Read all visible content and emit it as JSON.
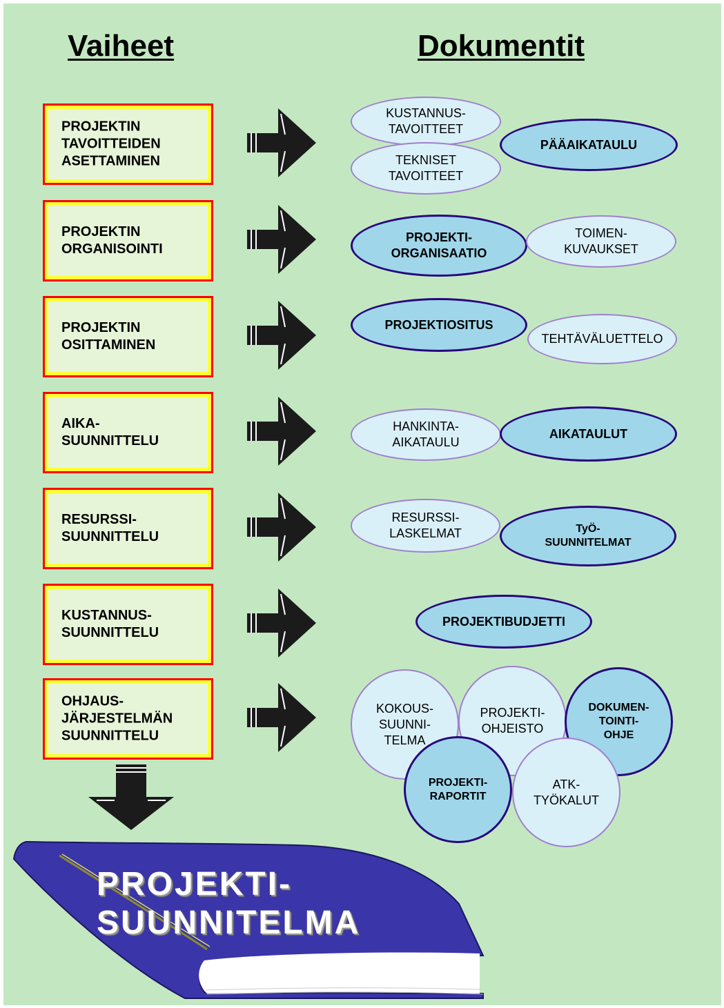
{
  "headings": {
    "phases": "Vaiheet",
    "documents": "Dokumentit"
  },
  "colors": {
    "background": "#c3e8c1",
    "phase_box_fill": "#e6f5d8",
    "phase_box_border": "#ff0000",
    "phase_box_inner_border": "#ffff33",
    "oval_light": "#daf0f8",
    "oval_dark": "#9fd6ea",
    "oval_light_border": "#9f80cf",
    "oval_dark_border": "#27077e",
    "book": "#3a35a8"
  },
  "phases": [
    {
      "label": "PROJEKTIN\nTAVOITTEIDEN\nASETTAMINEN"
    },
    {
      "label": "PROJEKTIN\nORGANISOINTI"
    },
    {
      "label": "PROJEKTIN\nOSITTAMINEN"
    },
    {
      "label": "AIKA-\nSUUNNITTELU"
    },
    {
      "label": "RESURSSI-\nSUUNNITTELU"
    },
    {
      "label": "KUSTANNUS-\nSUUNNITTELU"
    },
    {
      "label": "OHJAUS-\nJÄRJESTELMÄN\nSUUNNITTELU"
    }
  ],
  "documents": [
    [
      {
        "label": "KUSTANNUS-\nTAVOITTEET",
        "style": "light"
      },
      {
        "label": "TEKNISET\nTAVOITTEET",
        "style": "light"
      },
      {
        "label": "PÄÄAIKATAULU",
        "style": "dark"
      }
    ],
    [
      {
        "label": "PROJEKTI-\nORGANISAATIO",
        "style": "dark"
      },
      {
        "label": "TOIMEN-\nKUVAUKSET",
        "style": "light"
      }
    ],
    [
      {
        "label": "PROJEKTIOSITUS",
        "style": "dark"
      },
      {
        "label": "TEHTÄVÄLUETTELO",
        "style": "light"
      }
    ],
    [
      {
        "label": "HANKINTA-\nAIKATAULU",
        "style": "light"
      },
      {
        "label": "AIKATAULUT",
        "style": "dark"
      }
    ],
    [
      {
        "label": "RESURSSI-\nLASKELMAT",
        "style": "light"
      },
      {
        "label": "TyÖ-\nSUUNNITELMAT",
        "style": "dark"
      }
    ],
    [
      {
        "label": "PROJEKTIBUDJETTI",
        "style": "dark"
      }
    ],
    [
      {
        "label": "KOKOUS-\nSUUNNI-\nTELMA",
        "style": "light"
      },
      {
        "label": "PROJEKTI-\nOHJEISTO",
        "style": "light"
      },
      {
        "label": "DOKUMEN-\nTOINTI-\nOHJE",
        "style": "dark"
      },
      {
        "label": "PROJEKTI-\nRAPORTIT",
        "style": "dark"
      },
      {
        "label": "ATK-\nTYÖKALUT",
        "style": "light"
      }
    ]
  ],
  "result": {
    "label": "PROJEKTI-\nSUUNNITELMA"
  }
}
